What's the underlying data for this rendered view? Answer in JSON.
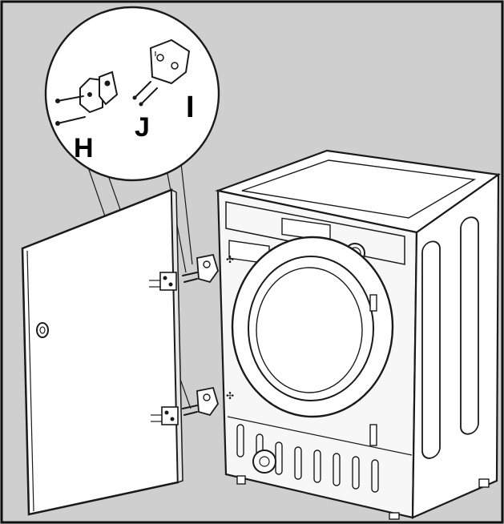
{
  "callouts": {
    "h": "H",
    "j": "J",
    "i": "I"
  },
  "colors": {
    "background": "#cfcfcf",
    "line": "#1a1a1a",
    "paper": "#ffffff"
  }
}
